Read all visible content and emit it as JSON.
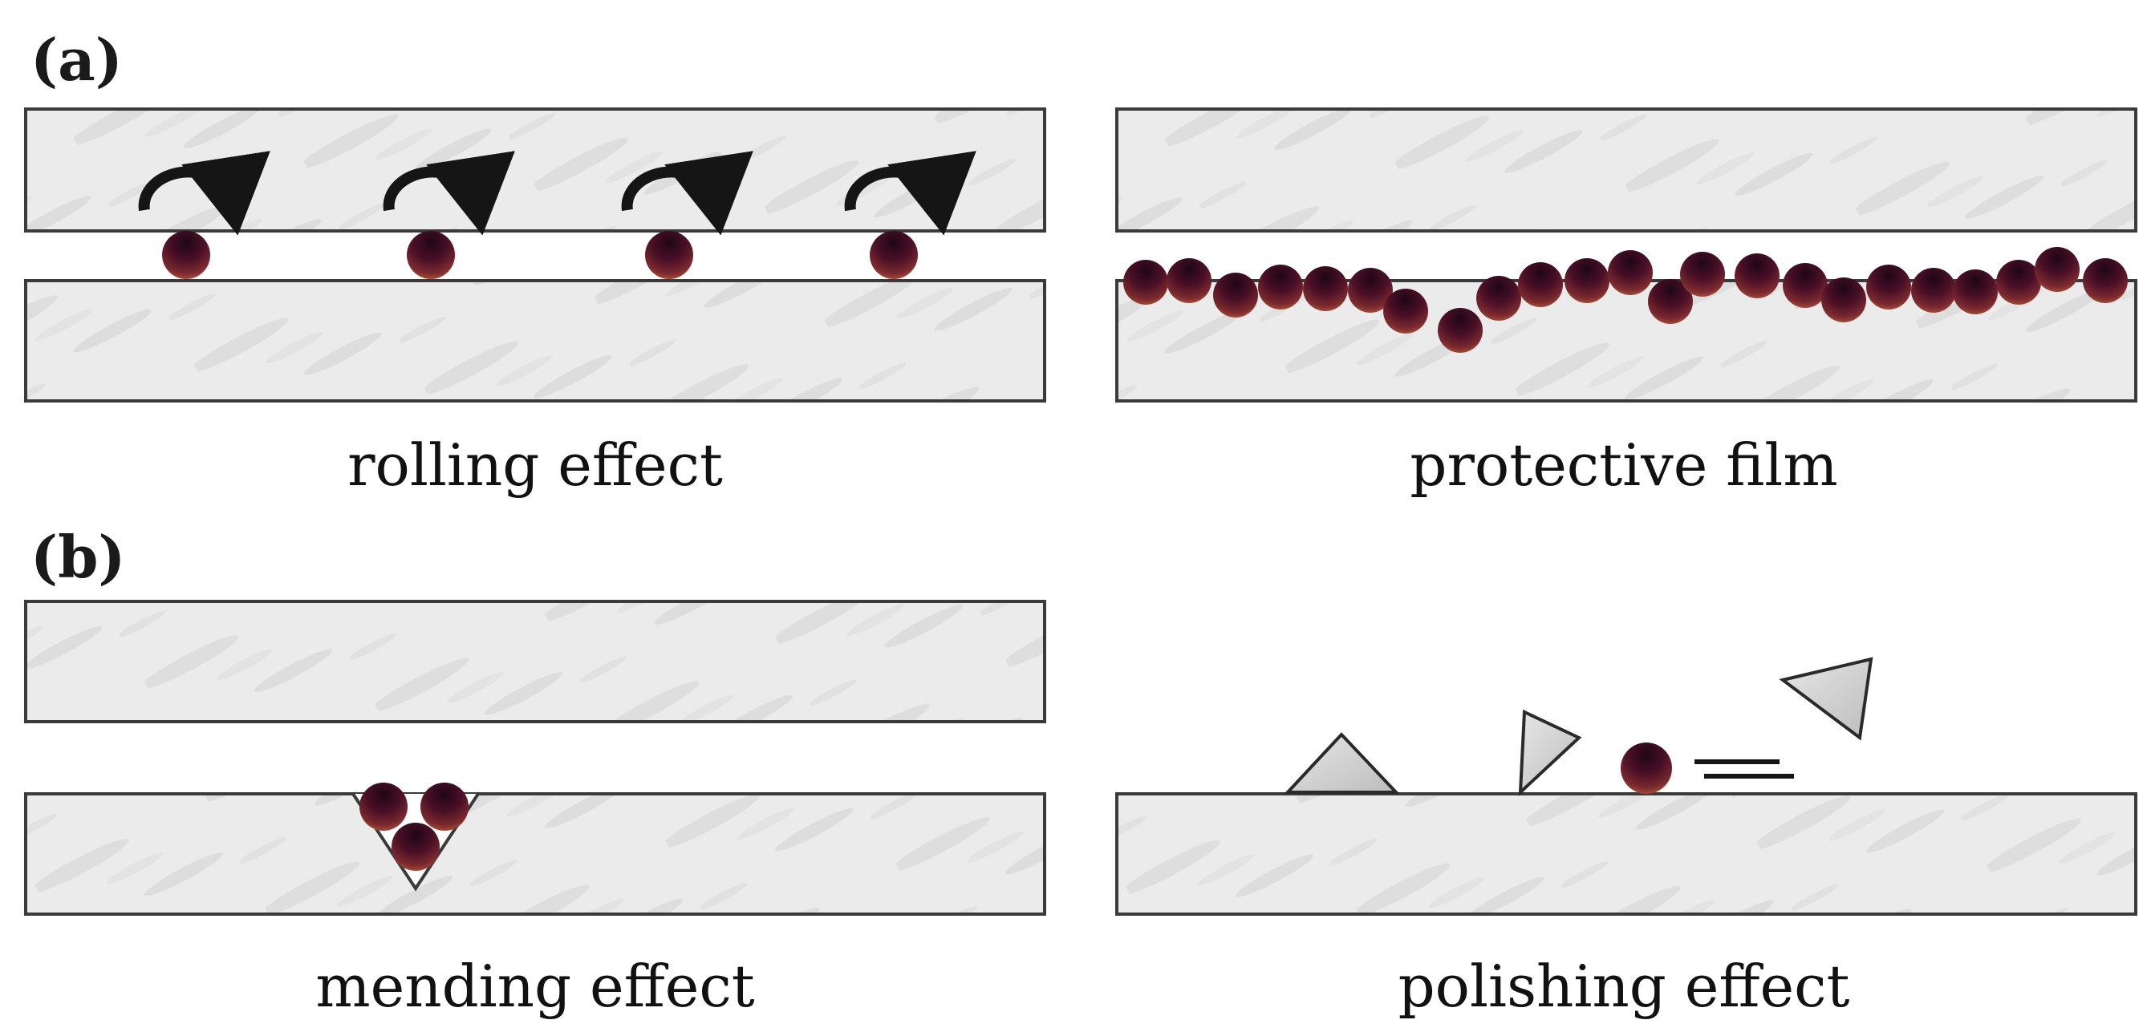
{
  "panels": {
    "a": {
      "label": "(a)",
      "rolling": {
        "caption": "rolling effect"
      },
      "film": {
        "caption": "protective film"
      }
    },
    "b": {
      "label": "(b)",
      "mending": {
        "caption": "mending effect"
      },
      "polishing": {
        "caption": "polishing effect"
      }
    }
  },
  "colors": {
    "plate_fill": "#e9e9e9",
    "plate_stroke": "#3a3a3a",
    "particle_dark": "#2a0b1e",
    "particle_mid": "#5c1428",
    "particle_light": "#a8503a",
    "debris_fill": "#d0d0d0",
    "arrow": "#151515"
  },
  "icons": {
    "particle": "nanoparticle-sphere",
    "debris": "triangular-wear-debris",
    "arrow": "curved-rotation-arrow"
  }
}
